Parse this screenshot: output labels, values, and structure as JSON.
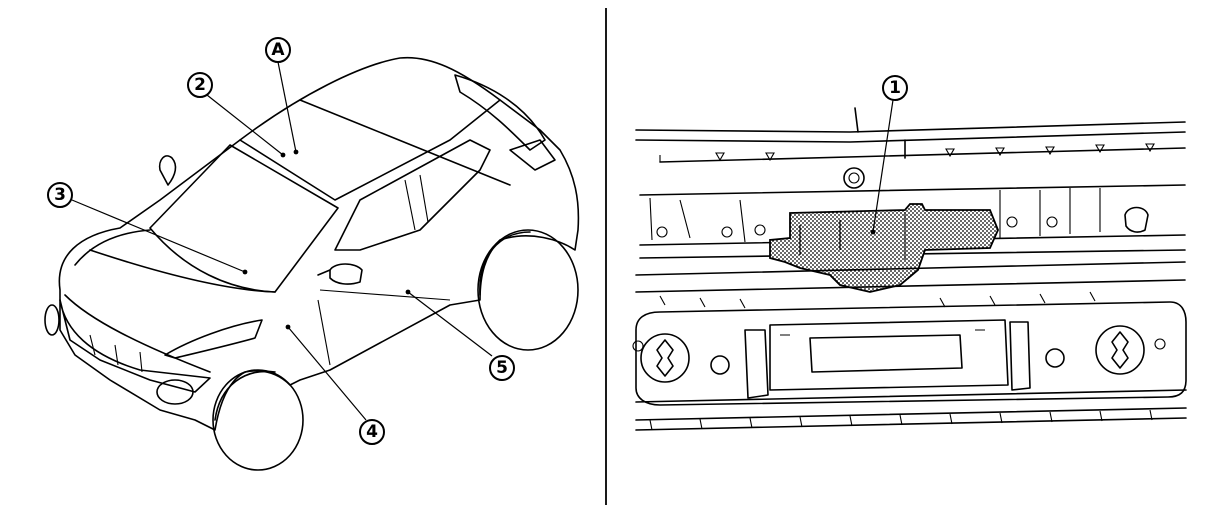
{
  "callouts": {
    "A": "A",
    "c1": "1",
    "c2": "2",
    "c3": "3",
    "c4": "4",
    "c5": "5"
  }
}
